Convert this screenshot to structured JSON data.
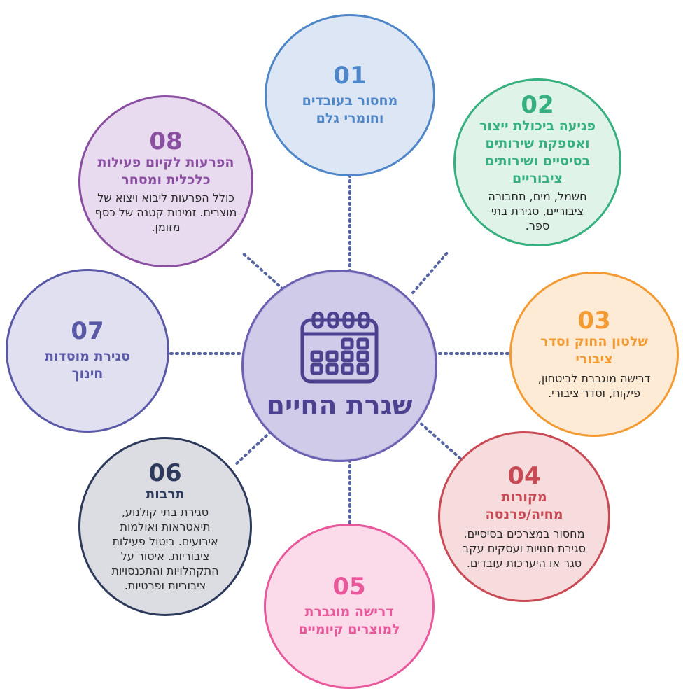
{
  "center": {
    "title": "שגרת החיים",
    "icon": "calendar-icon"
  },
  "colors": {
    "n01": "#4f86c8",
    "n02": "#36b07f",
    "n03": "#f39a32",
    "n04": "#c94a55",
    "n05": "#e8589b",
    "n06": "#2d3a5c",
    "n07": "#5a59a8",
    "n08": "#8a4fa0",
    "center": "#6a60b0",
    "dots": "#5563a0"
  },
  "items": [
    {
      "num": "01",
      "title": "מחסור בעובדים וחומרי גלם",
      "desc": ""
    },
    {
      "num": "02",
      "title": "פגיעה ביכולת ייצור ואספקת שירותים בסיסיים ושירותים ציבוריים",
      "desc": "חשמל, מים, תחבורה ציבוריים, סגירת בתי ספר."
    },
    {
      "num": "03",
      "title": "שלטון החוק וסדר ציבורי",
      "desc": "דרישה מוגברת לביטחון, פיקוח, וסדר ציבורי."
    },
    {
      "num": "04",
      "title": "מקורות מחיה/פרנסה",
      "desc": "מחסור במצרכים בסיסיים. סגירת חנויות ועסקים עקב סגר או היערכות עובדים."
    },
    {
      "num": "05",
      "title": "דרישה מוגברת למוצרים קיומיים",
      "desc": ""
    },
    {
      "num": "06",
      "title": "תרבות",
      "desc": "סגירת בתי קולנוע, תיאטראות ואולמות אירועים. ביטול פעילות ציבוריות. איסור על התקהלויות והתכנסויות ציבוריות ופרטיות."
    },
    {
      "num": "07",
      "title": "סגירת מוסדות חינוך",
      "desc": ""
    },
    {
      "num": "08",
      "title": "הפרעות לקיום פעילות כלכלית ומסחר",
      "desc": "כולל הפרעות ליבוא ויצוא של מוצרים. זמינות קטנה של כסף מזומן."
    }
  ]
}
